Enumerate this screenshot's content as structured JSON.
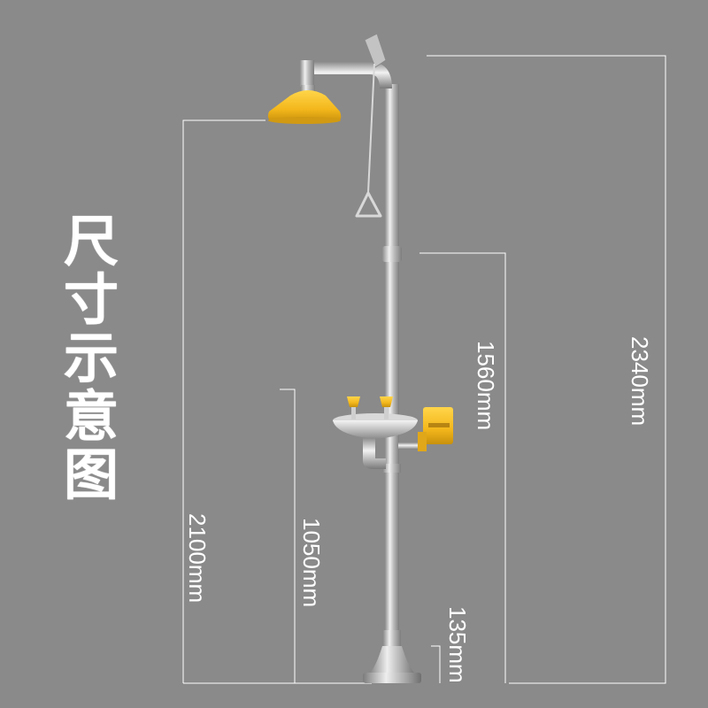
{
  "title_chars": [
    "尺",
    "寸",
    "示",
    "意",
    "图"
  ],
  "dimensions": {
    "overall_height": "2340mm",
    "shower_head_height": "2100mm",
    "pull_handle_height": "1560mm",
    "eye_wash_height": "1050mm",
    "base_height": "135mm"
  },
  "colors": {
    "background": "#8a8a8a",
    "accent_yellow": "#f3b71b",
    "steel": "#c9c9c9",
    "line": "#ffffff"
  },
  "icons": [
    "shower-head-icon",
    "eye-wash-bowl-icon",
    "pull-handle-icon",
    "push-plate-icon"
  ]
}
